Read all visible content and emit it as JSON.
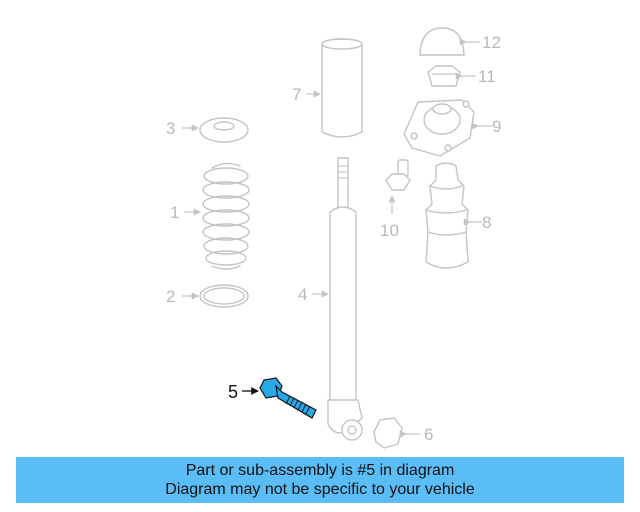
{
  "diagram": {
    "callouts": {
      "c1": "1",
      "c2": "2",
      "c3": "3",
      "c4": "4",
      "c5": "5",
      "c6": "6",
      "c7": "7",
      "c8": "8",
      "c9": "9",
      "c10": "10",
      "c11": "11",
      "c12": "12"
    },
    "highlighted_part": "5",
    "colors": {
      "highlight": "#29a8e8",
      "outline": "#c4c4c4",
      "banner": "#5bbdf5"
    }
  },
  "banner": {
    "line1": "Part or sub-assembly is #5 in diagram",
    "line2": "Diagram may not be specific to your vehicle"
  }
}
